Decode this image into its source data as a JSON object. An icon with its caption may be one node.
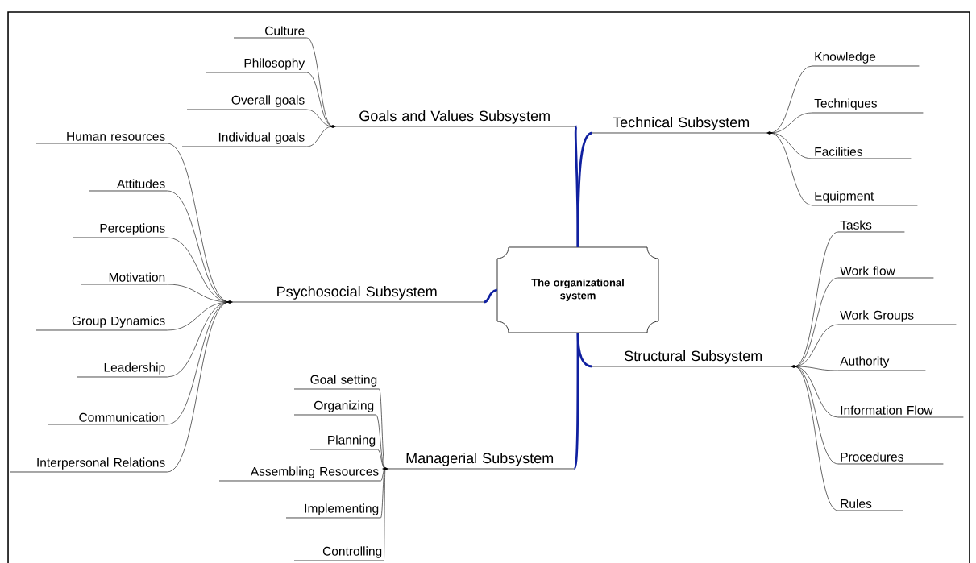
{
  "diagram": {
    "nodes": [
      {
        "text": [
          "The organizational system"
        ]
      },
      {
        "text": [
          "Goals and Values Subsystem"
        ]
      },
      {
        "text": [
          "Culture"
        ]
      },
      {
        "text": [
          "Philosophy"
        ]
      },
      {
        "text": [
          "Overall goals"
        ]
      },
      {
        "text": [
          "Individual goals"
        ]
      },
      {
        "text": [
          "Technical Subsystem"
        ]
      },
      {
        "text": [
          "Knowledge"
        ]
      },
      {
        "text": [
          "Techniques"
        ]
      },
      {
        "text": [
          "Facilities"
        ]
      },
      {
        "text": [
          "Equipment"
        ]
      },
      {
        "text": [
          "Psychosocial Subsystem"
        ]
      },
      {
        "text": [
          "Human resources"
        ]
      },
      {
        "text": [
          "Attitudes"
        ]
      },
      {
        "text": [
          "Perceptions"
        ]
      },
      {
        "text": [
          "Motivation"
        ]
      },
      {
        "text": [
          "Group Dynamics"
        ]
      },
      {
        "text": [
          "Leadership"
        ]
      },
      {
        "text": [
          "Communication"
        ]
      },
      {
        "text": [
          "Interpersonal Relations"
        ]
      },
      {
        "text": [
          "Structural Subsystem"
        ]
      },
      {
        "text": [
          "Tasks"
        ]
      },
      {
        "text": [
          "Work flow"
        ]
      },
      {
        "text": [
          "Work Groups"
        ]
      },
      {
        "text": [
          "Authority"
        ]
      },
      {
        "text": [
          "Information Flow"
        ]
      },
      {
        "text": [
          "Procedures"
        ]
      },
      {
        "text": [
          "Rules"
        ]
      },
      {
        "text": [
          "Managerial Subsystem"
        ]
      },
      {
        "text": [
          "Goal setting"
        ]
      },
      {
        "text": [
          "Organizing"
        ]
      },
      {
        "text": [
          "Planning"
        ]
      },
      {
        "text": [
          "Assembling Resources"
        ]
      },
      {
        "text": [
          "Implementing"
        ]
      },
      {
        "text": [
          "Controlling"
        ]
      }
    ],
    "edges": [
      {
        "from": 0,
        "to": 1,
        "arrow": "none",
        "style": "thick",
        "color": "#1020a0"
      },
      {
        "from": 0,
        "to": 6,
        "arrow": "none",
        "style": "thick",
        "color": "#1020a0"
      },
      {
        "from": 0,
        "to": 11,
        "arrow": "none",
        "style": "thick",
        "color": "#1020a0"
      },
      {
        "from": 0,
        "to": 20,
        "arrow": "none",
        "style": "thick",
        "color": "#1020a0"
      },
      {
        "from": 0,
        "to": 28,
        "arrow": "none",
        "style": "thick",
        "color": "#1020a0"
      },
      {
        "from": 1,
        "to": 2,
        "arrow": "none"
      },
      {
        "from": 1,
        "to": 3,
        "arrow": "none"
      },
      {
        "from": 1,
        "to": 4,
        "arrow": "none"
      },
      {
        "from": 1,
        "to": 5,
        "arrow": "none"
      },
      {
        "from": 6,
        "to": 7,
        "arrow": "none"
      },
      {
        "from": 6,
        "to": 8,
        "arrow": "none"
      },
      {
        "from": 6,
        "to": 9,
        "arrow": "none"
      },
      {
        "from": 6,
        "to": 10,
        "arrow": "none"
      },
      {
        "from": 11,
        "to": 12,
        "arrow": "none"
      },
      {
        "from": 11,
        "to": 13,
        "arrow": "none"
      },
      {
        "from": 11,
        "to": 14,
        "arrow": "none"
      },
      {
        "from": 11,
        "to": 15,
        "arrow": "none"
      },
      {
        "from": 11,
        "to": 16,
        "arrow": "none"
      },
      {
        "from": 11,
        "to": 17,
        "arrow": "none"
      },
      {
        "from": 11,
        "to": 18,
        "arrow": "none"
      },
      {
        "from": 11,
        "to": 19,
        "arrow": "none"
      },
      {
        "from": 20,
        "to": 21,
        "arrow": "none"
      },
      {
        "from": 20,
        "to": 22,
        "arrow": "none"
      },
      {
        "from": 20,
        "to": 23,
        "arrow": "none"
      },
      {
        "from": 20,
        "to": 24,
        "arrow": "none"
      },
      {
        "from": 20,
        "to": 25,
        "arrow": "none"
      },
      {
        "from": 20,
        "to": 26,
        "arrow": "none"
      },
      {
        "from": 20,
        "to": 27,
        "arrow": "none"
      },
      {
        "from": 28,
        "to": 29,
        "arrow": "none"
      },
      {
        "from": 28,
        "to": 30,
        "arrow": "none"
      },
      {
        "from": 28,
        "to": 31,
        "arrow": "none"
      },
      {
        "from": 28,
        "to": 32,
        "arrow": "none"
      },
      {
        "from": 28,
        "to": 33,
        "arrow": "none"
      },
      {
        "from": 28,
        "to": 34,
        "arrow": "none"
      }
    ]
  }
}
